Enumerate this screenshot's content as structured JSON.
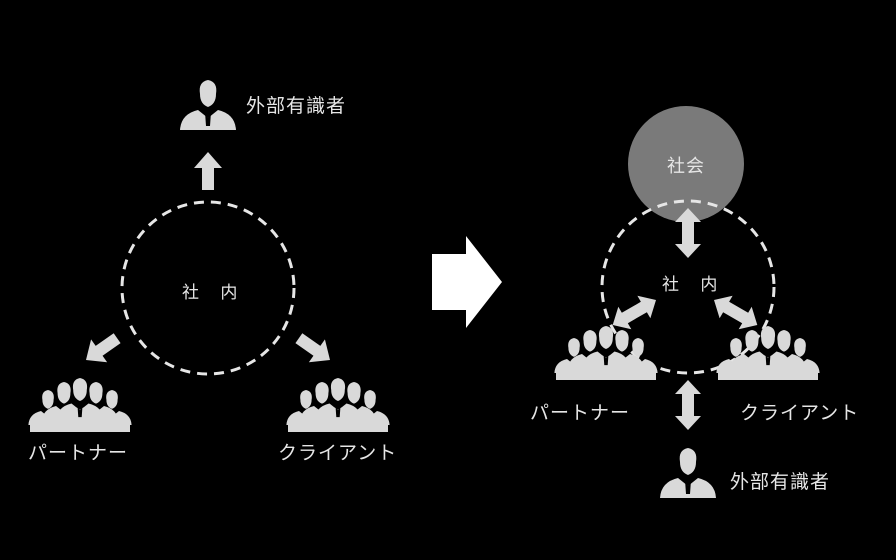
{
  "left": {
    "center": "社 内",
    "expert": "外部有識者",
    "partner": "パートナー",
    "client": "クライアント"
  },
  "right": {
    "society": "社会",
    "center": "社 内",
    "partner": "パートナー",
    "client": "クライアント",
    "expert": "外部有識者"
  },
  "colors": {
    "background": "#000000",
    "figure": "#d9d9d9",
    "society_circle": "#7a7a7a",
    "dashed_circle": "#e6e6e6"
  },
  "icons": [
    "person-icon",
    "group-icon",
    "arrow-icon"
  ]
}
